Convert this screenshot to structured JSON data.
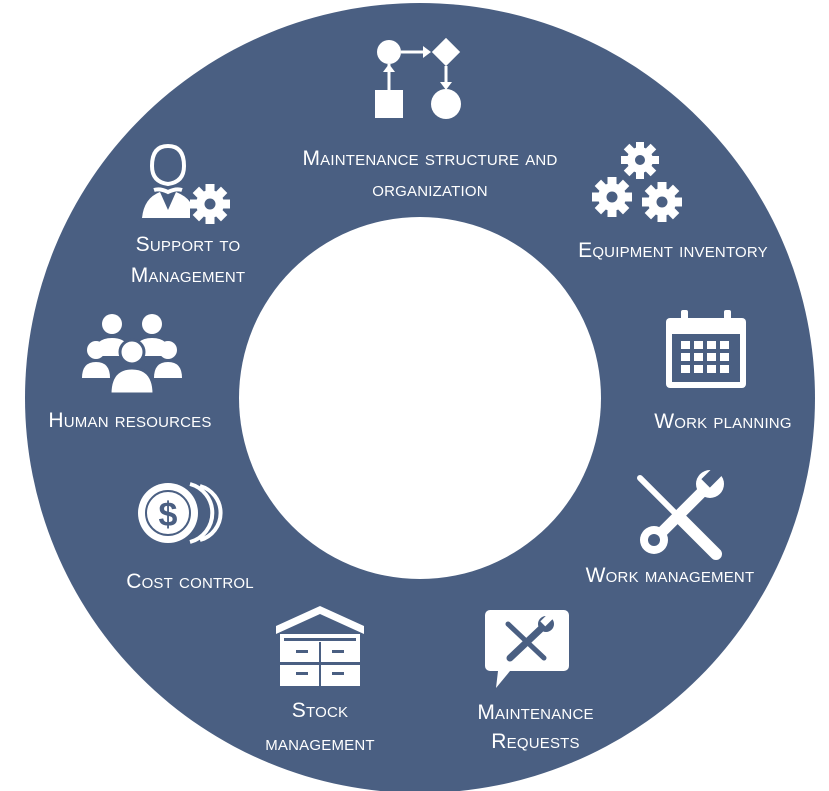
{
  "colors": {
    "ring": "#4a5f82",
    "hole": "#ffffff",
    "fg": "#ffffff"
  },
  "segments": [
    {
      "id": "structure",
      "icon": "flowchart-icon",
      "label_lines": [
        "Maintenance structure and",
        "organization"
      ]
    },
    {
      "id": "equipment",
      "icon": "gears-icon",
      "label_lines": [
        "Equipment inventory"
      ]
    },
    {
      "id": "planning",
      "icon": "calendar-icon",
      "label_lines": [
        "Work planning"
      ]
    },
    {
      "id": "work",
      "icon": "tools-icon",
      "label_lines": [
        "Work management"
      ]
    },
    {
      "id": "requests",
      "icon": "wrench-speech-bubble-icon",
      "label_lines": [
        "Maintenance",
        "Requests"
      ]
    },
    {
      "id": "stock",
      "icon": "warehouse-icon",
      "label_lines": [
        "Stock",
        "management"
      ]
    },
    {
      "id": "cost",
      "icon": "coins-icon",
      "label_lines": [
        "Cost control"
      ]
    },
    {
      "id": "hr",
      "icon": "people-group-icon",
      "label_lines": [
        "Human resources"
      ]
    },
    {
      "id": "support",
      "icon": "manager-gear-icon",
      "label_lines": [
        "Support to",
        "Management"
      ]
    }
  ]
}
